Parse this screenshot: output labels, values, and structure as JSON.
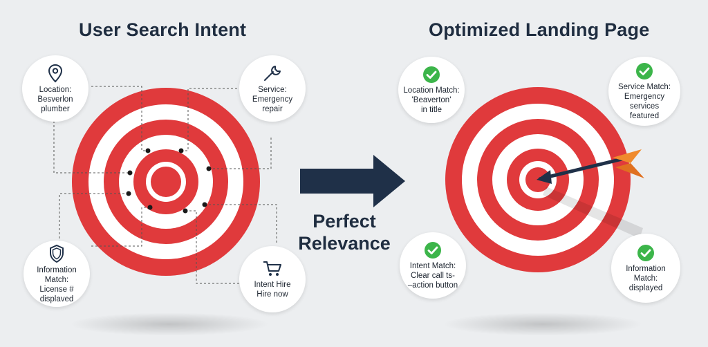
{
  "left_panel": {
    "title": "User Search Intent",
    "bubbles": {
      "location": {
        "text": "Location:\nBesverlon\nplumber",
        "icon": "map-pin-icon"
      },
      "service": {
        "text": "Service:\nEmergency\nrepair",
        "icon": "wrench-icon"
      },
      "information": {
        "text": "Information Match:\nLicense #\ndisplaved",
        "icon": "shield-icon"
      },
      "intent": {
        "text": "Intent Hire\nHire now",
        "icon": "shopping-cart-icon"
      }
    }
  },
  "center": {
    "label_line1": "Perfect",
    "label_line2": "Relevance",
    "arrow_icon": "right-arrow-icon"
  },
  "right_panel": {
    "title": "Optimized Landing Page",
    "bubbles": {
      "location": {
        "text": "Location Match:\n'Beaverton'\nin title",
        "icon": "check-icon"
      },
      "service": {
        "text": "Service Match:\nEmergency services\nfeatured",
        "icon": "check-icon"
      },
      "intent": {
        "text": "Intent Match:\nClear call ts-\n–action button",
        "icon": "check-icon"
      },
      "information": {
        "text": "Information Match:\ndisplayed",
        "icon": "check-icon"
      }
    }
  },
  "colors": {
    "target_red": "#e03a3c",
    "target_white": "#ffffff",
    "title_navy": "#1f2d40",
    "check_green": "#3cb54a",
    "arrow_orange": "#f08a2c"
  }
}
